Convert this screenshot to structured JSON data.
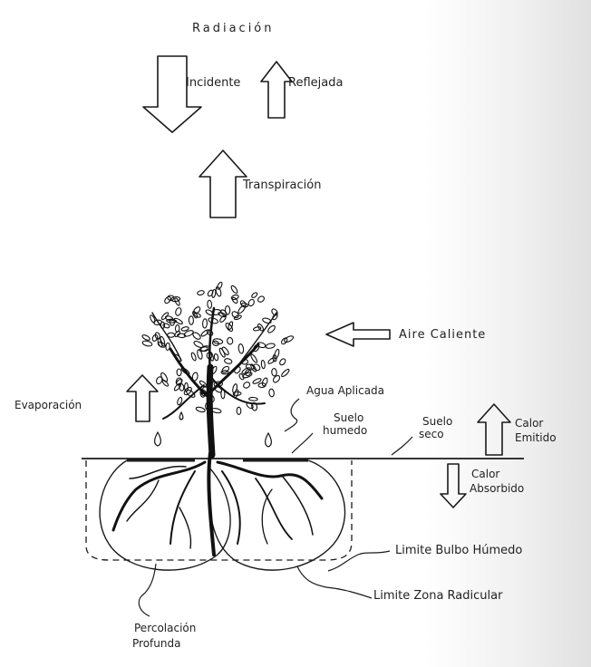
{
  "diagram": {
    "title": "Radiación",
    "labels": {
      "incidente": "Incidente",
      "reflejada": "Reflejada",
      "transpiracion": "Transpiración",
      "aire_caliente": "Aire Caliente",
      "evaporacion": "Evaporación",
      "agua_aplicada": "Agua Aplicada",
      "suelo_humedo_1": "Suelo",
      "suelo_humedo_2": "humedo",
      "suelo_seco_1": "Suelo",
      "suelo_seco_2": "seco",
      "calor_emitido_1": "Calor",
      "calor_emitido_2": "Emitido",
      "calor_absorbido_1": "Calor",
      "calor_absorbido_2": "Absorbido",
      "limite_bulbo": "Limite Bulbo Húmedo",
      "limite_zona": "Limite Zona Radicular",
      "percolacion_1": "Percolación",
      "percolacion_2": "Profunda"
    }
  }
}
